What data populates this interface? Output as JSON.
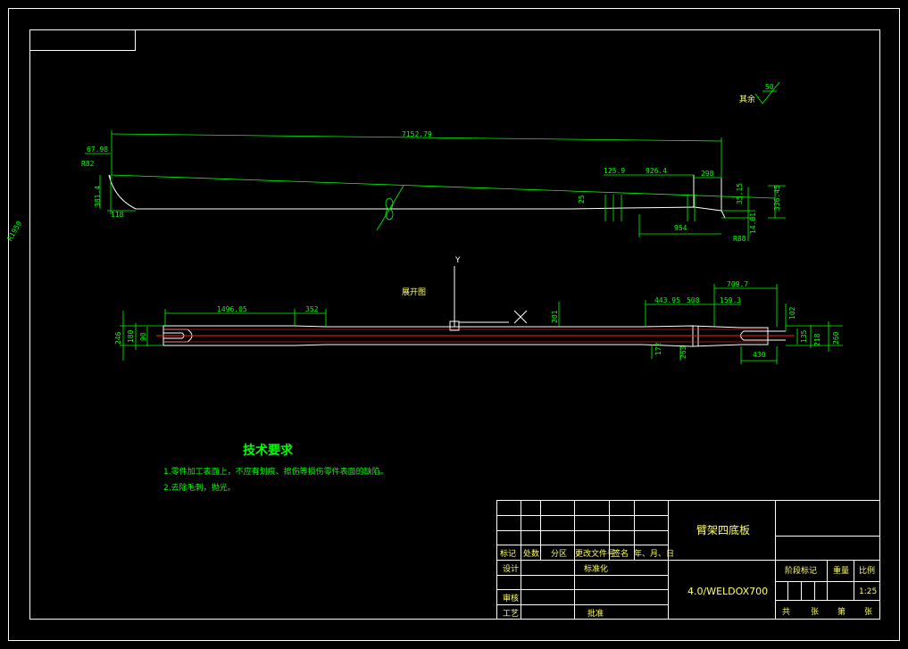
{
  "view_top": {
    "dims": {
      "overall": "7152.79",
      "d_67_98": "67.98",
      "r82": "R82",
      "d_381_4": "381.4",
      "r1950": "R1950",
      "d_118": "118",
      "d_125_9": "125.9",
      "d_926_4": "926.4",
      "d_298": "298",
      "d_25": "25",
      "d_35_15": "35.15",
      "d_336_45": "336.45",
      "d_954": "954",
      "r88": "R88",
      "d_14_01": "14.01"
    }
  },
  "view_bottom": {
    "caption": "展开图",
    "axis_y": "Y",
    "dims": {
      "d_1496_05": "1496.05",
      "d_352": "352",
      "d_709_7": "709.7",
      "d_443_95": "443.95",
      "d_508": "508",
      "d_159_3": "159.3",
      "d_102": "102",
      "d_201": "201",
      "d_246": "246",
      "d_180": "180",
      "d_90": "90",
      "d_172": "172",
      "d_263": "263",
      "d_430": "430",
      "d_135": "135",
      "d_218": "218",
      "d_260": "260"
    }
  },
  "surface_finish": {
    "label": "其余",
    "value": "50"
  },
  "notes": {
    "title": "技术要求",
    "items": [
      "1.零件加工表面上，不应有划痕、擦伤等损伤零件表面的缺陷。",
      "2.去除毛刺，抛光。"
    ]
  },
  "title_block": {
    "part_name": "臂架四底板",
    "material": "4.0/WELDOX700",
    "headers": [
      "标记",
      "处数",
      "分区",
      "更改文件号",
      "签名",
      "年、月、日"
    ],
    "design": "设计",
    "standardize": "标准化",
    "review": "审核",
    "process": "工艺",
    "approve": "批准",
    "stage_mark": "阶段标记",
    "weight": "重量",
    "scale_label": "比例",
    "scale": "1:25",
    "total": "共",
    "sheets": "张",
    "page": "第",
    "sheet2": "张"
  }
}
